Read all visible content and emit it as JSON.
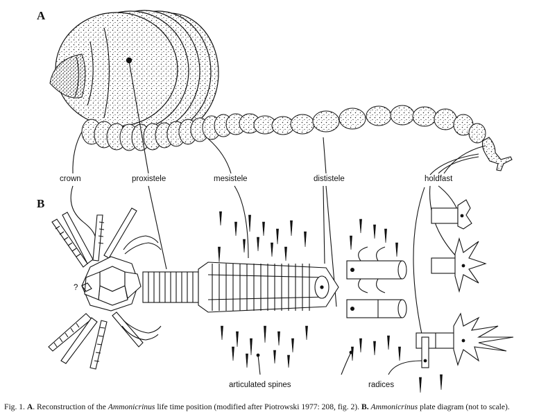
{
  "panels": {
    "a": "A",
    "b": "B"
  },
  "labels": {
    "crown": "crown",
    "proxistele": "proxistele",
    "mesistele": "mesistele",
    "dististele": "dististele",
    "holdfast": "holdfast",
    "articulated_spines": "articulated spines",
    "radices": "radices",
    "question": "?"
  },
  "caption": {
    "fig": "Fig. 1.",
    "a_letter": "A",
    "a_text_1": "Reconstruction of the",
    "genus_1": "Ammonicrinus",
    "a_text_2": "life time position (modified after Piotrowski 1977: 208, fig. 2).",
    "b_letter": "B.",
    "genus_2": "Ammonicrinus",
    "b_text": "plate diagram (not to scale)."
  }
}
